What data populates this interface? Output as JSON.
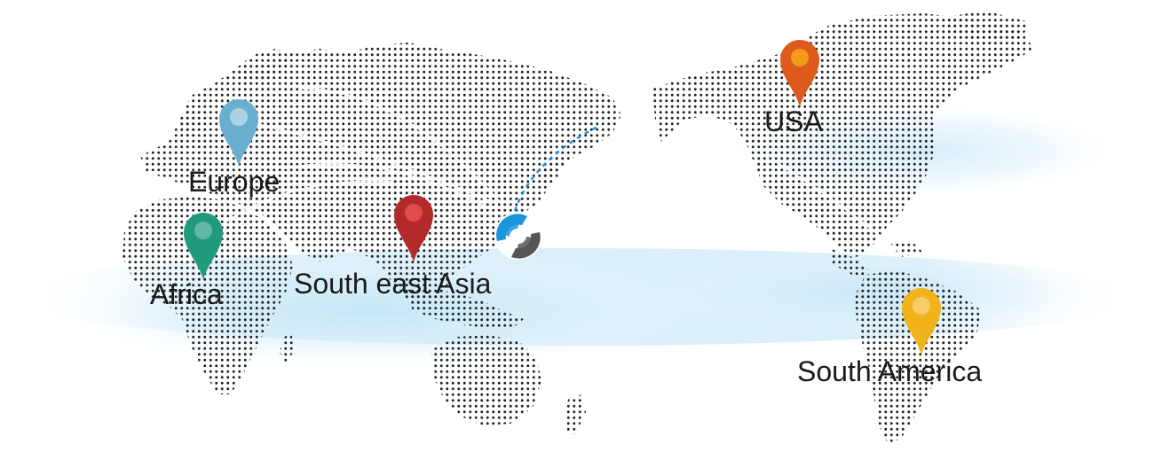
{
  "map": {
    "labels": {
      "europe": "Europe",
      "africa": "Africa",
      "south_east_asia": "South east Asia",
      "usa": "USA",
      "south_america": "South America"
    },
    "pin_colors": {
      "europe": "#6aaed0",
      "africa": "#1f9a7c",
      "south_east_asia": "#b42a2a",
      "usa": "#dd5a1c",
      "south_america": "#f2b21a"
    },
    "hub_logo": {
      "icon": "company-logo-icon",
      "colors": [
        "#1a95dd",
        "#555555"
      ]
    },
    "route_color": "#1a95dd",
    "dot_color": "#222222"
  }
}
